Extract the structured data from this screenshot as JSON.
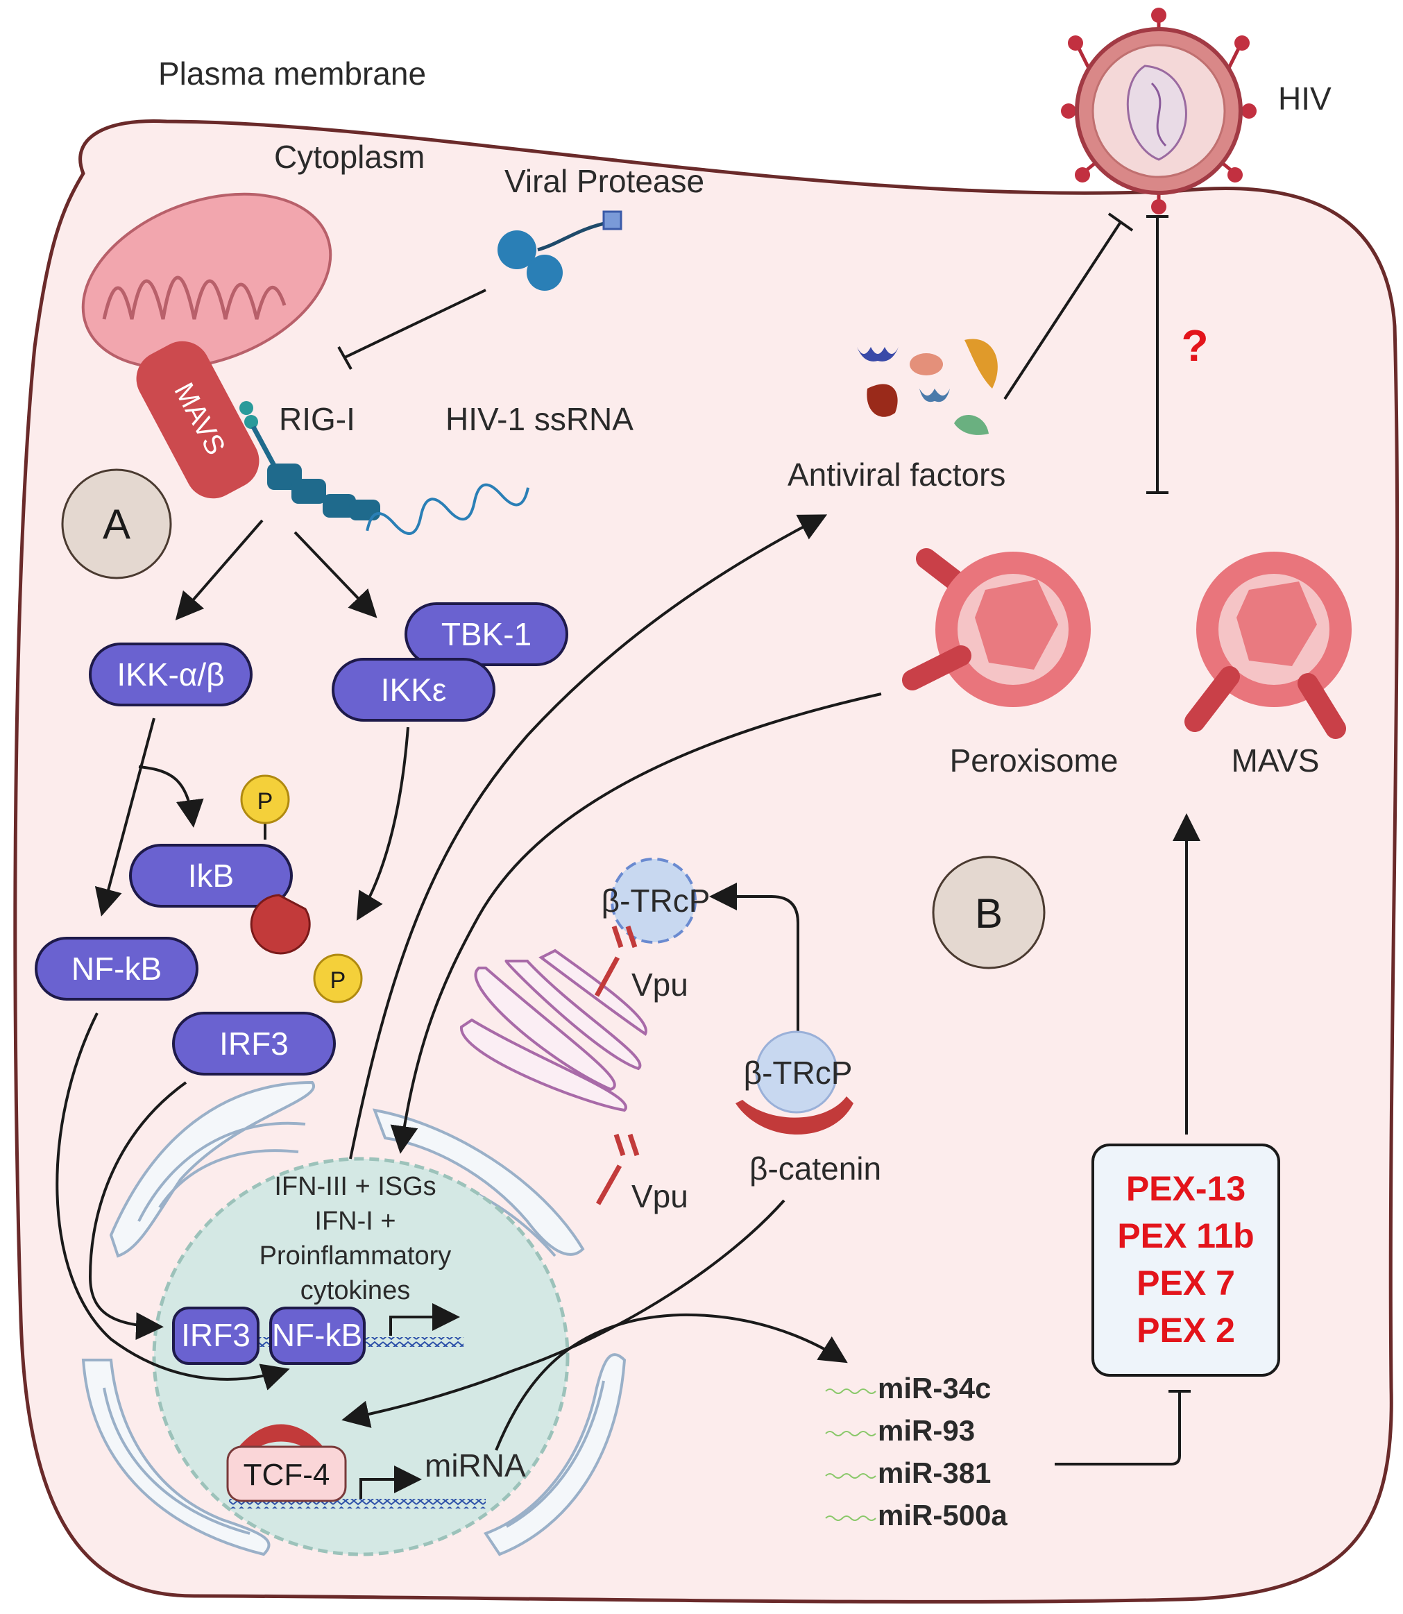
{
  "labels": {
    "plasma_membrane": "Plasma membrane",
    "cytoplasm": "Cytoplasm",
    "viral_protease": "Viral Protease",
    "rig_i": "RIG-I",
    "hiv1_ssrna": "HIV-1 ssRNA",
    "mavs_mito": "MAVS",
    "antiviral_factors": "Antiviral factors",
    "hiv": "HIV",
    "question_mark": "?",
    "peroxisome": "Peroxisome",
    "mavs": "MAVS",
    "vpu_top": "Vpu",
    "vpu_bottom": "Vpu",
    "beta_trcp_top": "β-TRcP",
    "beta_trcp_bottom": "β-TRcP",
    "beta_catenin": "β-catenin",
    "phospho_1": "P",
    "phospho_2": "P"
  },
  "section_badges": {
    "a": "A",
    "b": "B"
  },
  "proteins": {
    "ikk_ab": "IKK-α/β",
    "tbk1": "TBK-1",
    "ikke": "IKKε",
    "ikb": "IkB",
    "nfkb": "NF-kB",
    "irf3": "IRF3"
  },
  "nucleus": {
    "line1": "IFN-III + ISGs",
    "line2": "IFN-I +",
    "line3": "Proinflammatory",
    "line4": "cytokines",
    "irf3": "IRF3",
    "nfkb": "NF-kB",
    "tcf4": "TCF-4",
    "mirna": "miRNA"
  },
  "pex_box": [
    "PEX-13",
    "PEX 11b",
    "PEX 7",
    "PEX 2"
  ],
  "mirnas": [
    "miR-34c",
    "miR-93",
    "miR-381",
    "miR-500a"
  ],
  "colors": {
    "cell_fill": "#fcecec",
    "cell_stroke": "#6a2a2a",
    "protein_pill": "#6a62d0",
    "pex_text": "#e3141b",
    "badge_fill": "#e4d8d0",
    "nucleus_fill": "#d4e8e4"
  }
}
